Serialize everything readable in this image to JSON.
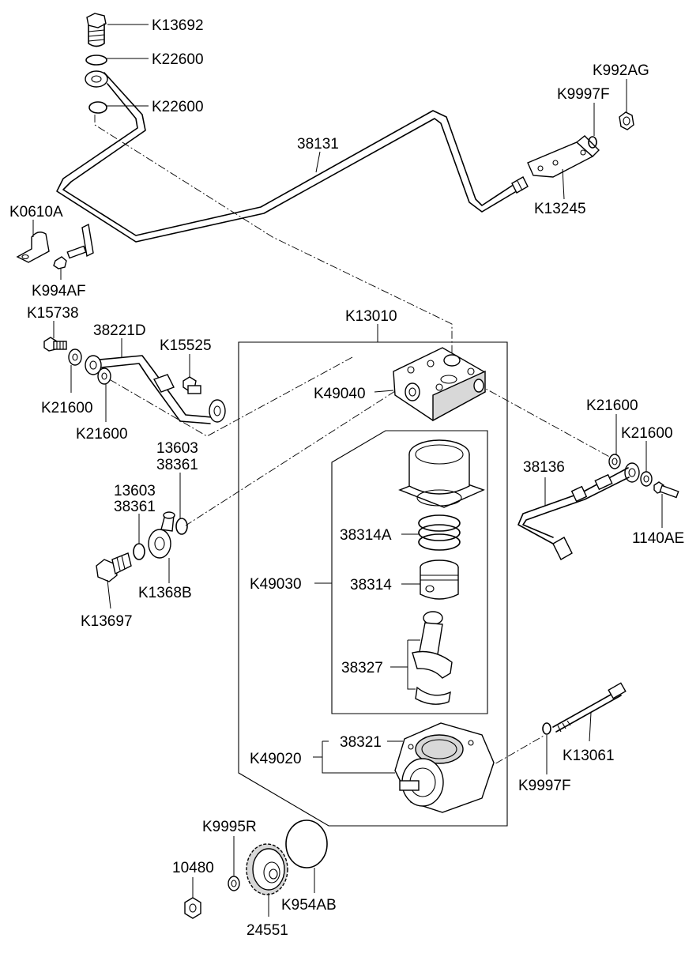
{
  "labels": {
    "k13692": "K13692",
    "k22600_a": "K22600",
    "k22600_b": "K22600",
    "k992ag": "K992AG",
    "k9997f_a": "K9997F",
    "p38131": "38131",
    "k13245": "K13245",
    "k0610a": "K0610A",
    "k994af": "K994AF",
    "k15738": "K15738",
    "p38221d": "38221D",
    "k15525": "K15525",
    "k13010": "K13010",
    "k49040": "K49040",
    "k21600_a": "K21600",
    "k21600_b": "K21600",
    "k21600_c": "K21600",
    "k21600_d": "K21600",
    "p13603_a": "13603",
    "p38361_a": "38361",
    "p13603_b": "13603",
    "p38361_b": "38361",
    "p38136": "38136",
    "p1140ae": "1140AE",
    "p38314a": "38314A",
    "k13697": "K13697",
    "k1368b": "K1368B",
    "k49030": "K49030",
    "p38314": "38314",
    "p38327": "38327",
    "k13061": "K13061",
    "p38321": "38321",
    "k49020": "K49020",
    "k9997f_b": "K9997F",
    "k9995r": "K9995R",
    "p10480": "10480",
    "k954ab": "K954AB",
    "p24551": "24551"
  }
}
